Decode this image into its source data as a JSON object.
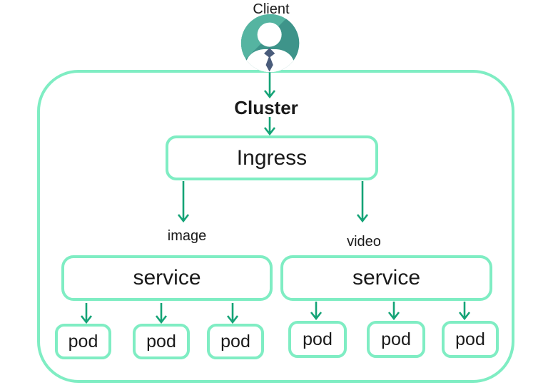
{
  "colors": {
    "border_mint": "#7FEDC3",
    "arrow_green": "#14A376",
    "avatar_base": "#55B4A1",
    "avatar_shadow": "#3E948A",
    "avatar_tie": "#4A5C7B",
    "text": "#1A1A1A",
    "background": "#FFFFFF"
  },
  "diagram": {
    "client_label": "Client",
    "cluster_label": "Cluster",
    "ingress_label": "Ingress",
    "routes": {
      "left": "image",
      "right": "video"
    },
    "services": {
      "left": "service",
      "right": "service"
    },
    "pods": [
      "pod",
      "pod",
      "pod",
      "pod",
      "pod",
      "pod"
    ]
  }
}
